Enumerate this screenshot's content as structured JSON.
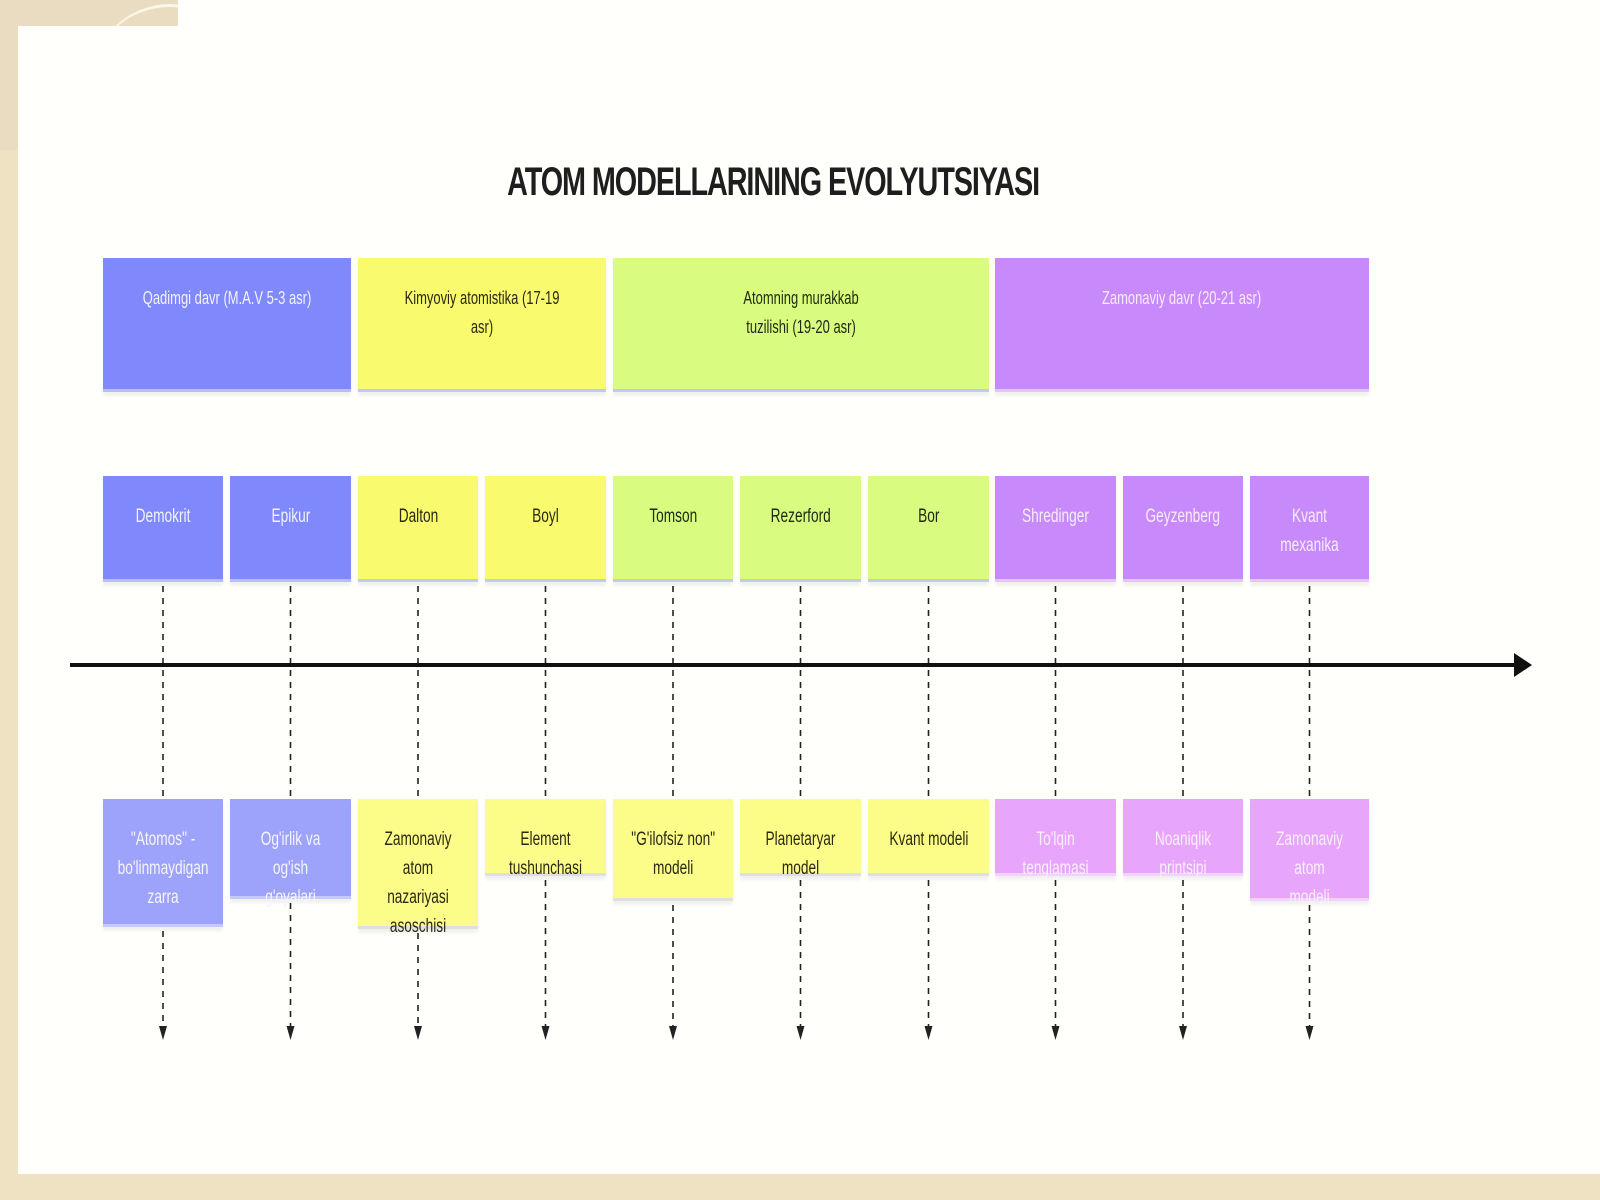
{
  "title": "ATOM MODELLARINING EVOLYUTSIYASI",
  "eras": [
    {
      "label": "Qadimgi davr (M.A.V 5-3 asr)",
      "color": "blue"
    },
    {
      "label": "Kimyoviy atomistika (17-19 asr)",
      "color": "yellow"
    },
    {
      "label": "Atomning murakkab\ntuzilishi (19-20 asr)",
      "color": "lime"
    },
    {
      "label": "Zamonaviy davr (20-21 asr)",
      "color": "purple"
    }
  ],
  "scientists": [
    {
      "name": "Demokrit",
      "model": "\"Atomos\" -\nbo'linmaydigan\nzarra"
    },
    {
      "name": "Epikur",
      "model": "Og'irlik va og'ish\ng'oyalari"
    },
    {
      "name": "Dalton",
      "model": "Zamonaviy atom\nnazariyasi\nasoschisi"
    },
    {
      "name": "Boyl",
      "model": "Element tushunchasi"
    },
    {
      "name": "Tomson",
      "model": "\"G'ilofsiz non\"\nmodeli"
    },
    {
      "name": "Rezerford",
      "model": "Planetaryar model"
    },
    {
      "name": "Bor",
      "model": "Kvant modeli"
    },
    {
      "name": "Shredinger",
      "model": "To'lqin tenglamasi"
    },
    {
      "name": "Geyzenberg",
      "model": "Noaniqlik printsipi"
    },
    {
      "name": "Kvant mexanika",
      "model": "Zamonaviy atom\nmodeli"
    }
  ],
  "colors": {
    "blue": "#8089fb",
    "yellow": "#fafa6e",
    "lime": "#d9fb80",
    "purple": "#c88afb",
    "timeline": "#111111"
  }
}
